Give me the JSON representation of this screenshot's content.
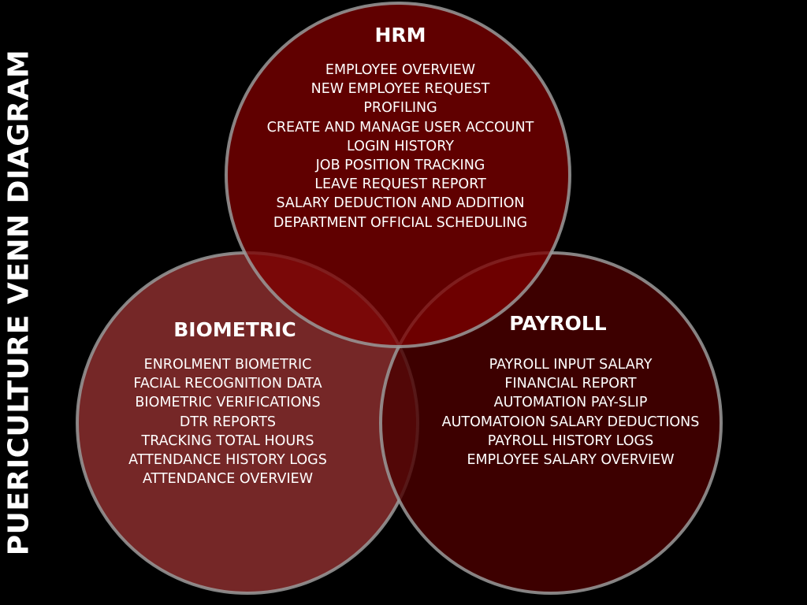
{
  "title": "PUERICULTURE VENN DIAGRAM",
  "colors": {
    "background": "#000000",
    "hrm_fill": "#7b0000",
    "biometric_fill": "#7f2a2a",
    "payroll_fill": "#4a0000",
    "circle_outline": "#9a9a9a",
    "text": "#ffffff"
  },
  "sets": {
    "hrm": {
      "label": "HRM",
      "items": [
        "EMPLOYEE OVERVIEW",
        "NEW EMPLOYEE REQUEST",
        "PROFILING",
        "CREATE AND MANAGE USER ACCOUNT",
        "LOGIN HISTORY",
        "JOB POSITION TRACKING",
        "LEAVE REQUEST REPORT",
        "SALARY DEDUCTION AND ADDITION",
        "DEPARTMENT OFFICIAL SCHEDULING"
      ]
    },
    "biometric": {
      "label": "BIOMETRIC",
      "items": [
        "ENROLMENT BIOMETRIC",
        "FACIAL RECOGNITION DATA",
        "BIOMETRIC VERIFICATIONS",
        "DTR REPORTS",
        "TRACKING TOTAL HOURS",
        "ATTENDANCE HISTORY LOGS",
        "ATTENDANCE OVERVIEW"
      ]
    },
    "payroll": {
      "label": "PAYROLL",
      "items": [
        "PAYROLL INPUT SALARY",
        "FINANCIAL REPORT",
        "AUTOMATION PAY-SLIP",
        "AUTOMATOION SALARY DEDUCTIONS",
        "PAYROLL HISTORY LOGS",
        "EMPLOYEE SALARY OVERVIEW"
      ]
    }
  }
}
